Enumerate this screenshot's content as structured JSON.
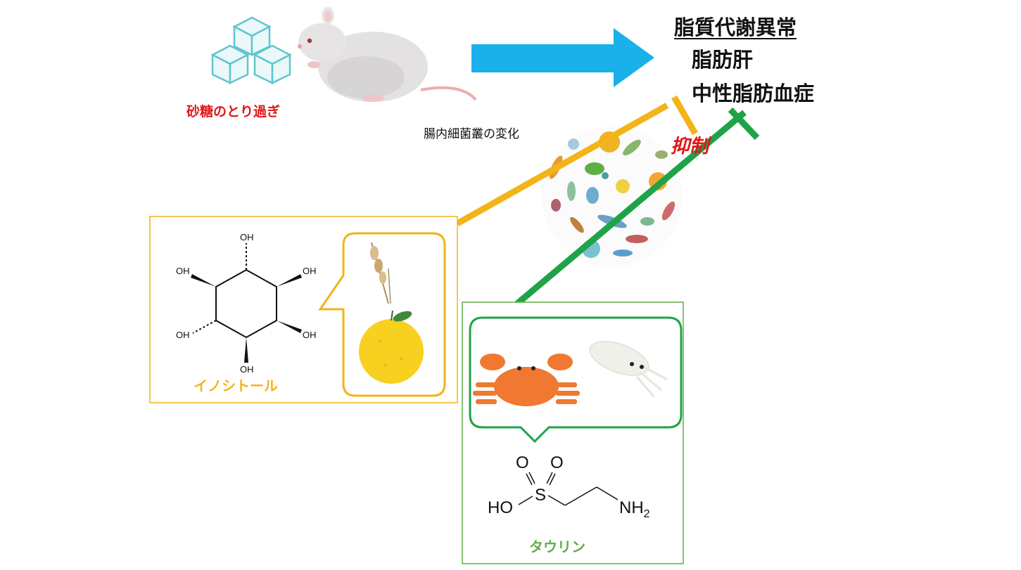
{
  "labels": {
    "sugar_excess": "砂糖のとり過ぎ",
    "microbiota_change": "腸内細菌叢の変化",
    "lipid_disorder": "脂質代謝異常",
    "fatty_liver": "脂肪肝",
    "hypertriglyceridemia": "中性脂肪血症",
    "inhibition": "抑制",
    "inositol": "イノシトール",
    "taurine": "タウリン"
  },
  "inositol_structure": {
    "group_label": "OH"
  },
  "taurine_structure": {
    "oxygen": "O",
    "sulfur": "S",
    "hydroxyl": "HO",
    "amine": "NH",
    "amine_subscript": "2"
  },
  "colors": {
    "arrow": "#1ab0ea",
    "inositol": "#f2b418",
    "taurine": "#1fa348",
    "taurine_box": "#5fae45",
    "accent_red": "#e01818"
  },
  "icons": [
    "sugar-cubes-icon",
    "mouse-icon",
    "bacteria-icon",
    "wheat-icon",
    "yuzu-icon",
    "crab-icon",
    "squid-icon"
  ]
}
